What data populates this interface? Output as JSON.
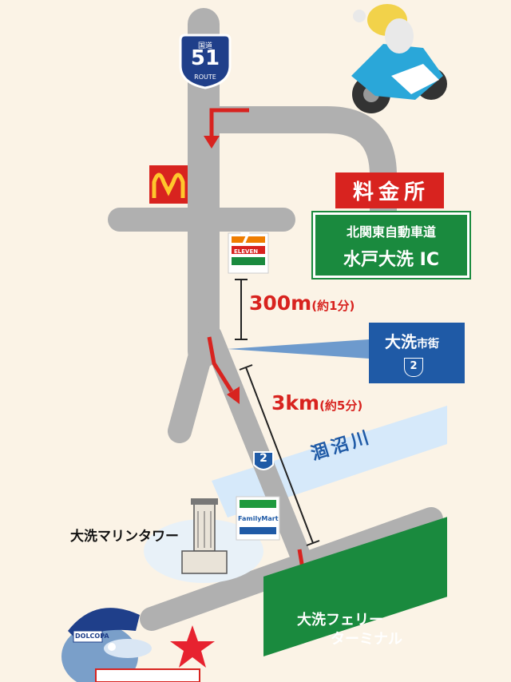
{
  "route_shield": {
    "top_text": "国道",
    "number": "51",
    "bottom_text": "ROUTE"
  },
  "tollgate": {
    "label": "料金所"
  },
  "ic_sign": {
    "line1": "北関東自動車道",
    "line2": "水戸大洗 IC"
  },
  "distance1": {
    "main": "300m",
    "sub": "(約1分)"
  },
  "distance2": {
    "main": "3km",
    "sub": "(約5分)"
  },
  "city_sign": {
    "name": "大洗",
    "suffix": "市街",
    "route": "2"
  },
  "river": {
    "name": "涸沼川"
  },
  "route2_shield": {
    "number": "2"
  },
  "familymart": {
    "text": "FamilyMart"
  },
  "seven_eleven": {
    "number": "7",
    "text": "ELEVEN"
  },
  "tower": {
    "label": "大洗マリンタワー"
  },
  "ferry": {
    "line1": "大洗フェリー",
    "line2": "ターミナル"
  },
  "mascot": {
    "cap_text": "DOLCOPA"
  },
  "colors": {
    "road": "#b0b0b0",
    "red": "#d8231f",
    "green": "#1a8a3e",
    "blue": "#1f5aa6",
    "river": "#d6e9fa",
    "background": "#fbf3e6"
  },
  "icons": [
    "mcdonalds-logo",
    "seven-eleven-logo",
    "familymart-logo",
    "motorcycle-mascot",
    "dolphin-mascot",
    "star-icon",
    "marine-tower-icon"
  ]
}
